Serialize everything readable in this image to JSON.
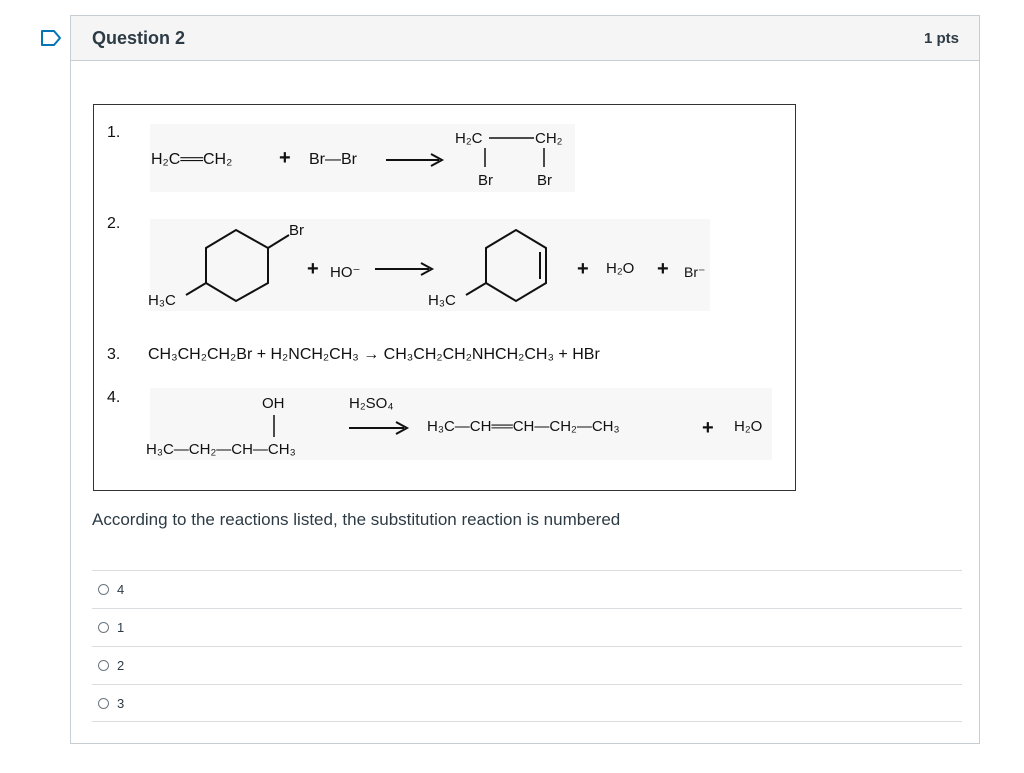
{
  "question": {
    "title": "Question 2",
    "points": "1 pts",
    "text": "According to the reactions listed, the substitution reaction is numbered"
  },
  "reactions": {
    "r1": {
      "number": "1.",
      "reactant1": "H₂C══CH₂",
      "plus": "+",
      "reactant2": "Br—Br",
      "product_top_left": "H₂C",
      "product_top_right": "CH₂",
      "product_br_left": "Br",
      "product_br_right": "Br"
    },
    "r2": {
      "number": "2.",
      "br_label": "Br",
      "ch3_label": "H₃C",
      "plus1": "+",
      "reagent": "HO⁻",
      "ch3_label_product": "H₃C",
      "plus2": "+",
      "water": "H₂O",
      "plus3": "+",
      "bromide": "Br⁻"
    },
    "r3": {
      "number": "3.",
      "equation": "CH₃CH₂CH₂Br + H₂NCH₂CH₃ → CH₃CH₂CH₂NHCH₂CH₃ + HBr"
    },
    "r4": {
      "number": "4.",
      "oh": "OH",
      "chain": "H₃C—CH₂—CH—CH₃",
      "catalyst": "H₂SO₄",
      "product": "H₃C—CH══CH—CH₂—CH₃",
      "plus": "+",
      "water": "H₂O"
    }
  },
  "answers": [
    "4",
    "1",
    "2",
    "3"
  ],
  "colors": {
    "header_bg": "#f5f5f5",
    "border": "#c7cdd1",
    "flag": "#0374b5",
    "text": "#2d3b45"
  }
}
